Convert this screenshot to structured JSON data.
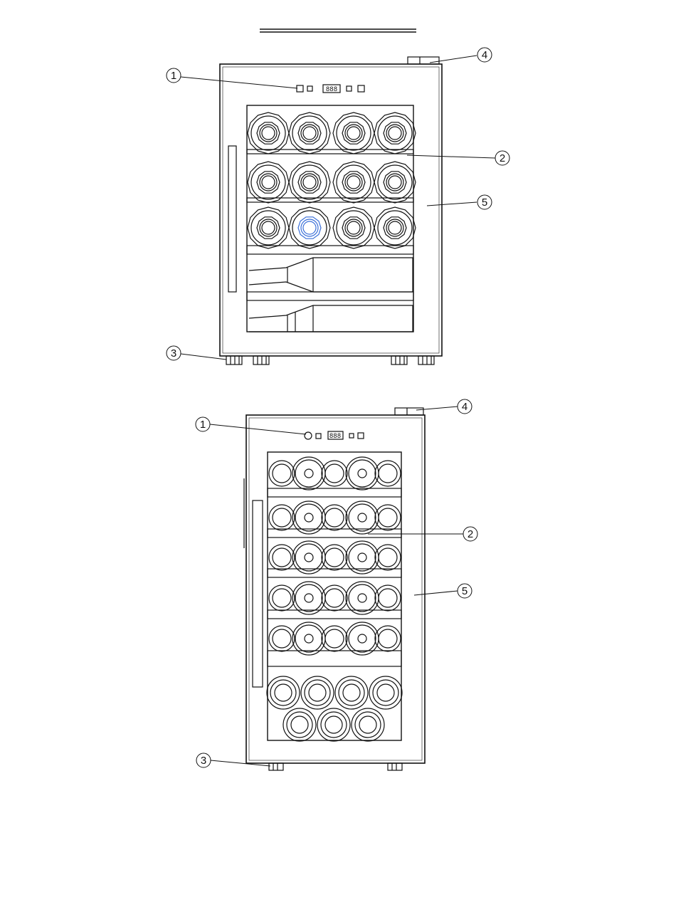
{
  "header": {
    "title_line": ""
  },
  "units": [
    {
      "id": "top-unit",
      "display_text": "888",
      "badge_text": "",
      "callouts": [
        "1",
        "2",
        "3",
        "4",
        "5"
      ]
    },
    {
      "id": "bottom-unit",
      "display_text": "888",
      "callouts": [
        "1",
        "2",
        "3",
        "4",
        "5"
      ]
    }
  ],
  "colors": {
    "line": "#111111",
    "badge": "#3ccf3c",
    "highlight": "#3a6fd8"
  }
}
